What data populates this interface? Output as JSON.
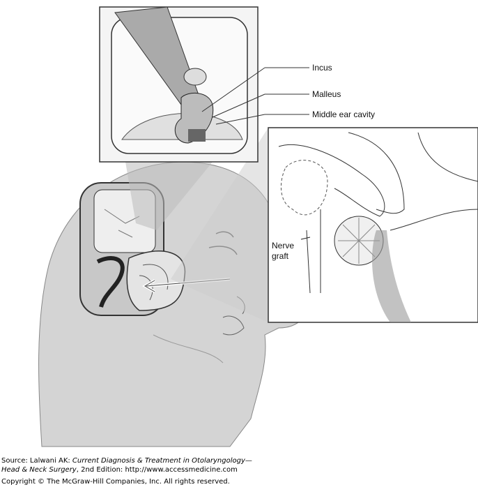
{
  "labels": {
    "incus": "Incus",
    "malleus": "Malleus",
    "middle_ear_cavity": "Middle ear cavity",
    "nerve": "Nerve",
    "graft": "graft"
  },
  "source": {
    "prefix": "Source: Lalwani AK: ",
    "title_1": "Current Diagnosis & Treatment in Otolaryngology—",
    "title_2": "Head & Neck Surgery",
    "suffix": ", 2nd Edition: http://www.accessmedicine.com",
    "copyright": "Copyright © The McGraw-Hill Companies, Inc. All rights reserved."
  }
}
